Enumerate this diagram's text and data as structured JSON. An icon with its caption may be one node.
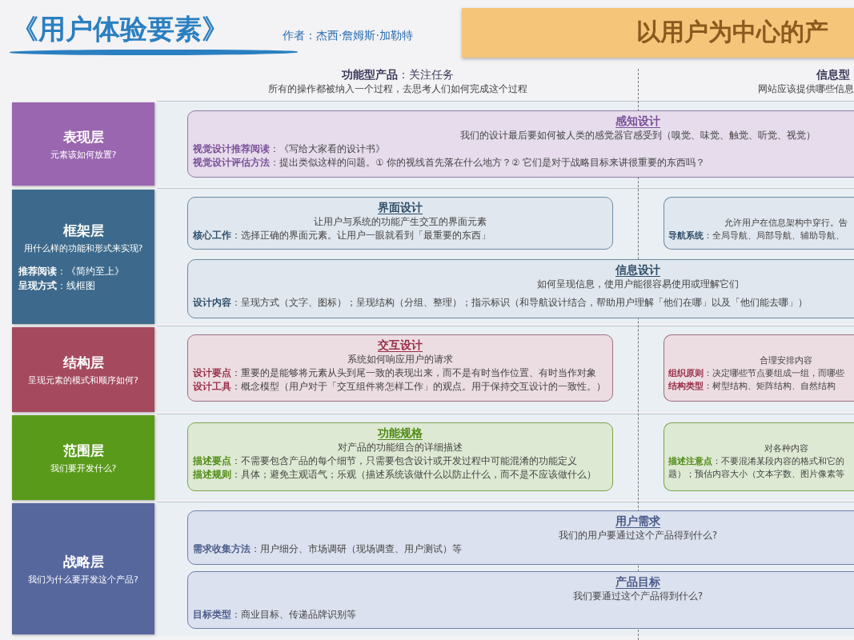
{
  "diagram": {
    "title": "《用户体验要素》",
    "nodes": [
      {
        "text": [
          "以用户为中心的产"
        ]
      },
      {
        "text": [
          "表现层",
          "元素该如何放置?"
        ]
      },
      {
        "text": [
          "感知设计",
          "我们的设计最后要如何被人类的感觉器官感受到（嗅觉、味觉、触觉、听觉、视觉）",
          "**视觉设计推荐阅读**：《写给大家看的设计书》",
          "**视觉设计评估方法**：提出类似这样的问题。① 你的视线首先落在什么地方？② 它们是对于战略目标来讲很重要的东西吗？"
        ]
      },
      {
        "text": [
          "框架层",
          "用什么样的功能和形式来实现?",
          "**推荐阅读**：《简约至上》",
          "**呈现方式**：线框图"
        ]
      },
      {
        "text": [
          "界面设计",
          "让用户与系统的功能产生交互的界面元素",
          "**核心工作**：选择正确的界面元素。让用户一眼就看到「最重要的东西」"
        ]
      },
      {
        "text": [
          "允许用户在信息架构中穿行。告",
          "**导航系统**：全局导航、局部导航、辅助导航、"
        ]
      },
      {
        "text": [
          "信息设计",
          "如何呈现信息，使用户能很容易使用或理解它们",
          "**设计内容**：呈现方式（文字、图标）；呈现结构（分组、整理）；指示标识（和导航设计结合，帮助用户理解「他们在哪」以及「他们能去哪」）"
        ]
      },
      {
        "text": [
          "结构层",
          "呈现元素的模式和顺序如何?"
        ]
      },
      {
        "text": [
          "交互设计",
          "系统如何响应用户的请求",
          "**设计要点**：重要的是能够将元素从头到尾一致的表现出来，而不是有时当作位置、有时当作对象",
          "**设计工具**：概念模型（用户对于「交互组件将怎样工作」的观点。用于保持交互设计的一致性。）"
        ]
      },
      {
        "text": [
          "合理安排内容",
          "**组织原则**：决定哪些节点要组成一组，而哪些",
          "**结构类型**：树型结构、矩阵结构、自然结构"
        ]
      },
      {
        "text": [
          "范围层",
          "我们要开发什么?"
        ]
      },
      {
        "text": [
          "功能规格",
          "对产品的功能组合的详细描述",
          "**描述要点**：不需要包含产品的每个细节，只需要包含设计或开发过程中可能混淆的功能定义",
          "**描述规则**：具体；避免主观语气；乐观（描述系统该做什么以防止什么，而不是不应该做什么）"
        ]
      },
      {
        "text": [
          "对各种内容",
          "**描述注意点**：不要混淆某段内容的格式和它的",
          "题）；预估内容大小（文本字数、图片像素等"
        ]
      },
      {
        "text": [
          "战略层",
          "我们为什么要开发这个产品?"
        ]
      },
      {
        "text": [
          "用户需求",
          "我们的用户要通过这个产品得到什么?",
          "**需求收集方法**：用户细分、市场调研（现场调查、用户测试）等"
        ]
      },
      {
        "text": [
          "产品目标",
          "我们要通过这个产品得到什么?",
          "**目标类型**：商业目标、传递品牌识别等"
        ]
      }
    ],
    "labels": [
      "作者：杰西·詹姆斯·加勒特",
      "**功能型产品**：关注任务",
      "所有的操作都被纳入一个过程，去思考人们如何完成这个过程",
      "信息型",
      "网站应该提供哪些信息"
    ]
  }
}
